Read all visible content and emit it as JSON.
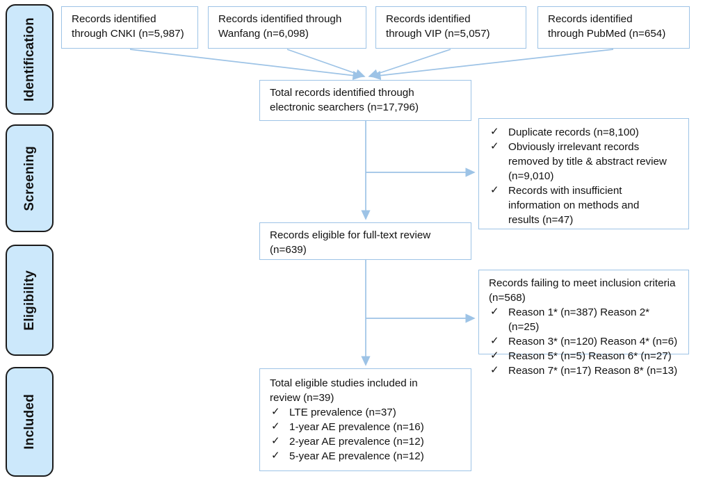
{
  "diagram": {
    "title": "PRISMA study selection flow diagram",
    "accent_line_color": "#9DC3E6",
    "stage_fill_color": "#CCE8FB",
    "stage_border_color": "#1b1b1b",
    "box_border_color": "#9DC3E6",
    "text_color": "#111111"
  },
  "stages": [
    {
      "label": "Identification"
    },
    {
      "label": "Screening"
    },
    {
      "label": "Eligibility"
    },
    {
      "label": "Included"
    }
  ],
  "sources": [
    {
      "line1": "Records identified",
      "line2": "through CNKI (n=5,987)"
    },
    {
      "line1": "Records identified through",
      "line2": "Wanfang (n=6,098)"
    },
    {
      "line1": "Records identified",
      "line2": "through VIP (n=5,057)"
    },
    {
      "line1": "Records identified",
      "line2": "through PubMed (n=654)"
    }
  ],
  "total_identified": {
    "line1": "Total records identified through",
    "line2": "electronic searchers (n=17,796)"
  },
  "screening_excluded": {
    "items": [
      {
        "tick": "✓",
        "lines": [
          "Duplicate records (n=8,100)"
        ]
      },
      {
        "tick": "✓",
        "lines": [
          "Obviously irrelevant records",
          "removed by title & abstract review",
          "(n=9,010)"
        ]
      },
      {
        "tick": "✓",
        "lines": [
          "Records with insufficient",
          "information on methods and",
          "results (n=47)"
        ]
      }
    ]
  },
  "eligible_fulltext": {
    "line1": "Records eligible for full-text review",
    "line2": "(n=639)"
  },
  "eligibility_excluded": {
    "heading_line1": "Records failing to meet inclusion criteria",
    "heading_line2": "(n=568)",
    "items": [
      {
        "tick": "✓",
        "text": "Reason 1* (n=387) Reason 2* (n=25)"
      },
      {
        "tick": "✓",
        "text": "Reason 3* (n=120) Reason 4* (n=6)"
      },
      {
        "tick": "✓",
        "text": "Reason 5* (n=5)     Reason 6* (n=27)"
      },
      {
        "tick": "✓",
        "text": "Reason 7* (n=17)    Reason 8* (n=13)"
      }
    ]
  },
  "included_studies": {
    "heading_line1": "Total eligible studies included in",
    "heading_line2": "review (n=39)",
    "items": [
      {
        "tick": "✓",
        "text": "LTE prevalence (n=37)"
      },
      {
        "tick": "✓",
        "text": "1-year AE prevalence (n=16)"
      },
      {
        "tick": "✓",
        "text": "2-year AE prevalence (n=12)"
      },
      {
        "tick": "✓",
        "text": "5-year AE prevalence (n=12)"
      }
    ]
  }
}
